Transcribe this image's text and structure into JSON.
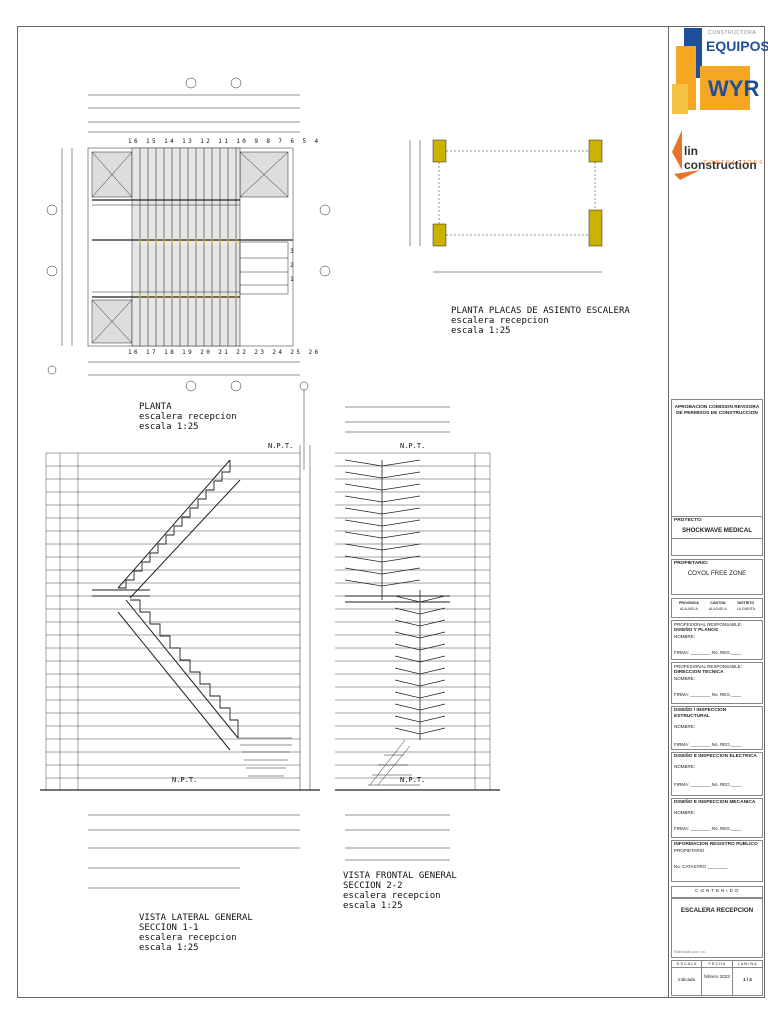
{
  "plan": {
    "title": "PLANTA",
    "subtitle": "escalera recepcion",
    "scale": "escala 1:25",
    "top_steps": [
      "16",
      "15",
      "14",
      "13",
      "12",
      "11",
      "10",
      "9",
      "8",
      "7",
      "6",
      "5",
      "4"
    ],
    "bottom_steps": [
      "16",
      "17",
      "18",
      "19",
      "20",
      "21",
      "22",
      "23",
      "24",
      "25",
      "26"
    ],
    "landing_steps": [
      "3",
      "2",
      "1"
    ]
  },
  "plates": {
    "title": "PLANTA PLACAS DE ASIENTO ESCALERA",
    "subtitle": "escalera recepcion",
    "scale": "escala 1:25"
  },
  "section1": {
    "title": "VISTA LATERAL GENERAL",
    "section": "SECCION 1-1",
    "subtitle": "escalera recepcion",
    "scale": "escala 1:25",
    "npt_top": "N.P.T.",
    "npt_bottom": "N.P.T."
  },
  "section2": {
    "title": "VISTA FRONTAL GENERAL",
    "section": "SECCION 2-2",
    "subtitle": "escalera recepcion",
    "scale": "escala 1:25",
    "npt_top": "N.P.T.",
    "npt_bottom": "N.P.T."
  },
  "logos": {
    "top_small": "CONSTRUCTORA",
    "top_brand": "EQUIPOS",
    "top_brand2": "WYR",
    "second_brand": "lin construction",
    "second_sub": "CONTRACTORS"
  },
  "titleblock": {
    "approval": "APROBACION COMISION REVISORA DE PERMISOS DE CONSTRUCCION",
    "project_label": "PROYECTO:",
    "project": "SHOCKWAVE MEDICAL",
    "owner_label": "PROPIETARIO:",
    "owner": "COYOL FREE ZONE",
    "location": [
      "PROVINCIA",
      "CANTON",
      "DISTRITO"
    ],
    "location_vals": [
      "ALAJUELA",
      "ALAJUELA",
      "LA GARITA"
    ],
    "resp1_label": "PROFESIONAL RESPONSABLE:",
    "resp1_role": "DISEÑO Y PLANOS",
    "resp2_label": "PROFESIONAL RESPONSABLE:",
    "resp2_role": "DIRECCION TECNICA",
    "struct": "DISEÑO / INSPECCION ESTRUCTURAL",
    "elec": "DISEÑO E INSPECCION ELECTRICA",
    "mech": "DISEÑO E INSPECCION MECANICA",
    "name_label": "NOMBRE:",
    "sign_label": "FIRMA:",
    "reg_label": "No. REG.",
    "registry": "INFORMACION REGISTRO PUBLICO",
    "registry_owner": "PROPIETARIO",
    "registry_cad": "No. CATASTRO",
    "content_label": "C O N T E N I D O",
    "content": "ESCALERA RECEPCION",
    "drawn": "Elaborado por: x.x.",
    "scale_h": "E S C A L A",
    "date_h": "F E C H A",
    "sheet_h": "L A M I N A",
    "scale_v": "indicada",
    "date_v": "febrero 2023",
    "sheet_v": "1 / 4"
  }
}
